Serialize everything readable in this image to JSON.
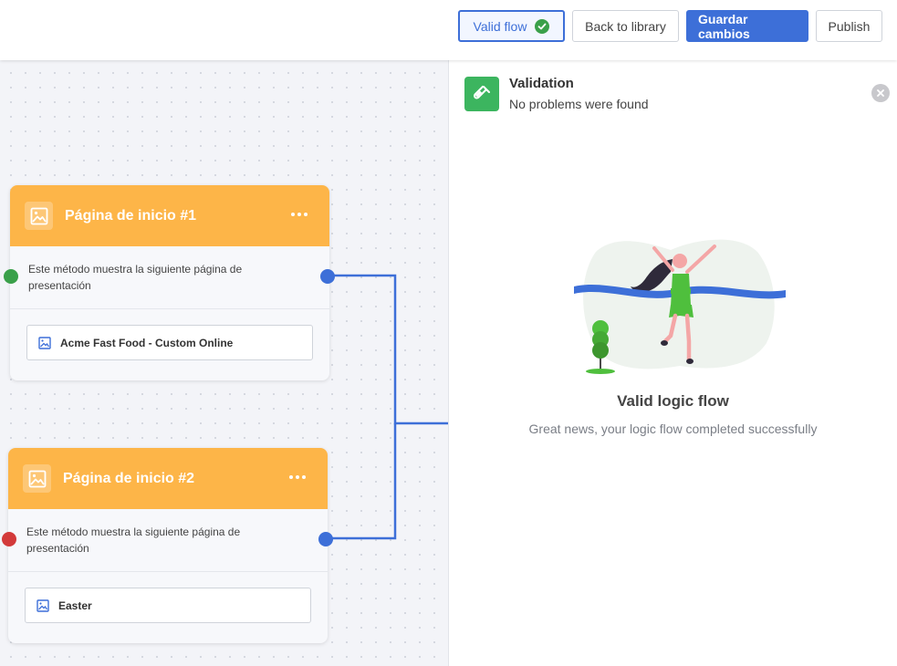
{
  "toolbar": {
    "valid_flow_label": "Valid flow",
    "back_label": "Back to library",
    "save_label": "Guardar cambios",
    "publish_label": "Publish"
  },
  "nodes": [
    {
      "title": "Página de inicio #1",
      "description": "Este método muestra la siguiente página de presentación",
      "item": "Acme Fast Food - Custom Online",
      "input_port_color": "#3aa04a"
    },
    {
      "title": "Página de inicio #2",
      "description": "Este método muestra la siguiente página de presentación",
      "item": "Easter",
      "input_port_color": "#d33a3a"
    }
  ],
  "validation": {
    "title": "Validation",
    "subtitle": "No problems were found",
    "empty_title": "Valid logic flow",
    "empty_subtitle": "Great news, your logic flow completed successfully"
  },
  "colors": {
    "accent": "#3d6fd8",
    "node_header": "#fdb548",
    "success": "#3cb55f"
  },
  "icons": {
    "valid": "check-circle-icon",
    "node": "image-icon",
    "validation": "test-tube-icon",
    "close": "close-icon"
  }
}
